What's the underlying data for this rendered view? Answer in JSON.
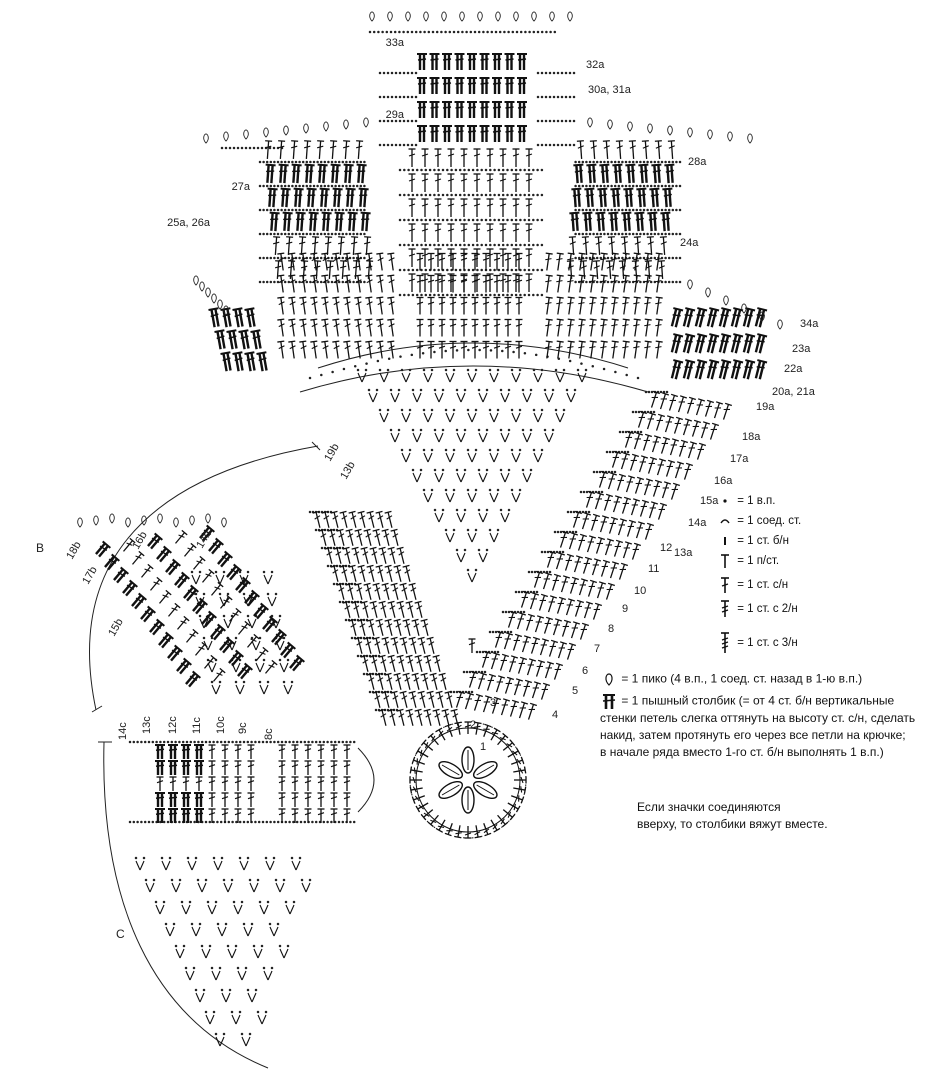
{
  "round_labels": {
    "a": [
      "33a",
      "32a",
      "30a, 31a",
      "29a",
      "28a",
      "27a",
      "25a, 26a",
      "24a",
      "34a",
      "23a",
      "22a",
      "20a, 21a",
      "19a",
      "18a",
      "17a",
      "16a",
      "15a",
      "14a",
      "13a"
    ],
    "numbers": [
      "12",
      "11",
      "10",
      "9",
      "8",
      "7",
      "6",
      "5",
      "4",
      "3",
      "2",
      "1"
    ],
    "b": [
      "19b",
      "13b",
      "18b",
      "17b",
      "16b",
      "15b",
      "14b"
    ],
    "c": [
      "14c",
      "13c",
      "12c",
      "11c",
      "10c",
      "9c",
      "8c"
    ]
  },
  "section_labels": [
    "B",
    "C"
  ],
  "legend": [
    {
      "icon": "chain-stitch-icon",
      "text": "= 1 в.п."
    },
    {
      "icon": "slip-stitch-icon",
      "text": "= 1 соед. ст."
    },
    {
      "icon": "single-crochet-icon",
      "text": "= 1 ст. б/н"
    },
    {
      "icon": "half-double-crochet-icon",
      "text": "= 1 п/ст."
    },
    {
      "icon": "double-crochet-icon",
      "text": "= 1 ст. с/н"
    },
    {
      "icon": "treble-crochet-icon",
      "text": "= 1 ст. с 2/н"
    },
    {
      "icon": "double-treble-crochet-icon",
      "text": "= 1 ст. с 3/н"
    }
  ],
  "picot": {
    "icon": "picot-icon",
    "text": "= 1 пико (4 в.п., 1 соед. ст. назад в 1-ю в.п.)"
  },
  "puff": {
    "icon": "puff-stitch-icon",
    "lines": [
      "= 1 пышный столбик (= от 4 ст. б/н вертикальные",
      "стенки петель слегка оттянуть на высоту ст. с/н, сделать",
      "накид, затем протянуть его через все петли на крючке;",
      "в начале ряда вместо 1-го ст. б/н выполнять 1 в.п.)"
    ]
  },
  "note": [
    "Если значки соединяются",
    "вверху, то столбики вяжут вместе."
  ]
}
